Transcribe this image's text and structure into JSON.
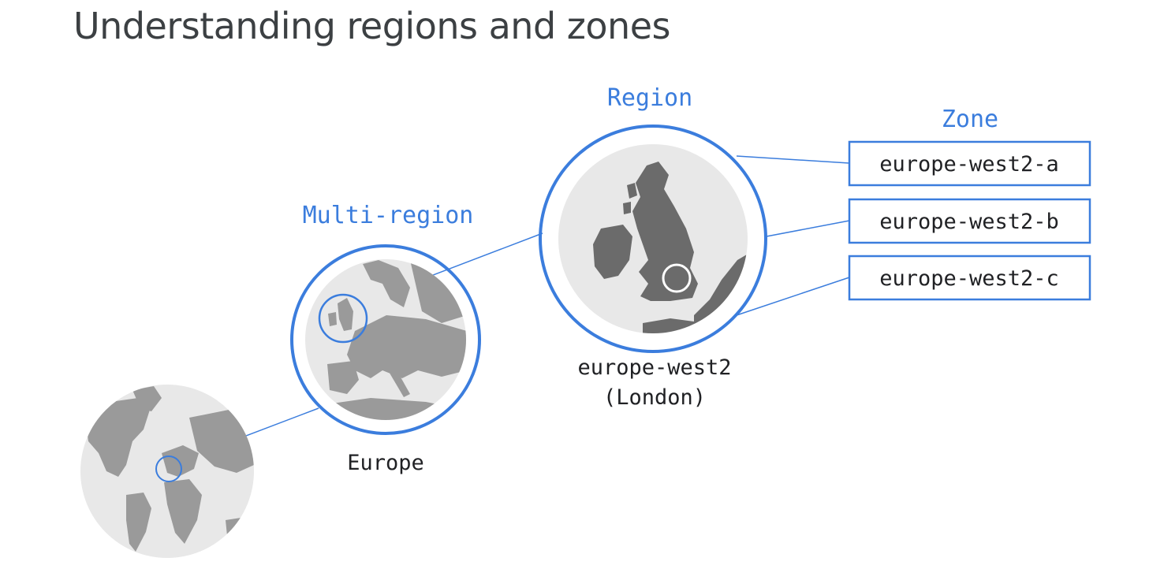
{
  "slide": {
    "title": "Understanding regions and zones"
  },
  "globe": {
    "caption": ""
  },
  "multi_region": {
    "heading": "Multi-region",
    "caption": "Europe"
  },
  "region": {
    "heading": "Region",
    "caption_line1": "europe-west2",
    "caption_line2": "(London)"
  },
  "zones": {
    "heading": "Zone",
    "items": [
      "europe-west2-a",
      "europe-west2-b",
      "europe-west2-c"
    ]
  },
  "colors": {
    "accent_blue": "#3b7ddd",
    "land_gray": "#6b6b6b",
    "globe_gray": "#e8e8e8"
  }
}
